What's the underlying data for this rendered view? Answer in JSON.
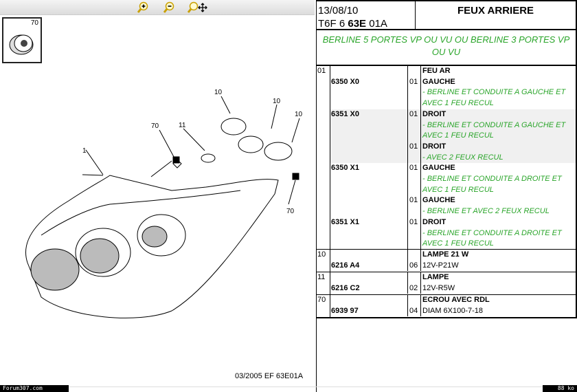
{
  "toolbar": {
    "zoom_in": "zoom-in-icon",
    "zoom_out": "zoom-out-icon",
    "pan": "zoom-pan-icon"
  },
  "thumb_label": "70",
  "diagram": {
    "labels": [
      "70",
      "11",
      "1",
      "10",
      "10",
      "10",
      "70"
    ],
    "caption": "03/2005  EF 63E01A"
  },
  "header": {
    "date": "13/08/10",
    "code_prefix": "T6F 6 ",
    "code_bold": "63E",
    "code_suffix": " 01A",
    "title": "FEUX ARRIERE"
  },
  "subtitle": "BERLINE 5 PORTES VP OU VU OU BERLINE 3 PORTES VP OU VU",
  "rows": [
    {
      "ref": "01",
      "title": "FEU AR",
      "subs": [
        {
          "part": "6350 X0",
          "qty": "01",
          "name": "GAUCHE",
          "desc": "- BERLINE ET CONDUITE A GAUCHE ET AVEC 1 FEU RECUL"
        },
        {
          "part": "6351 X0",
          "qty": "01",
          "name": "DROIT",
          "desc": "- BERLINE ET CONDUITE A GAUCHE ET AVEC 1 FEU RECUL"
        },
        {
          "part": "",
          "qty": "01",
          "name": "DROIT",
          "desc": "- AVEC 2 FEUX RECUL"
        },
        {
          "part": "6350 X1",
          "qty": "01",
          "name": "GAUCHE",
          "desc": "- BERLINE ET CONDUITE A DROITE ET AVEC 1 FEU RECUL"
        },
        {
          "part": "",
          "qty": "01",
          "name": "GAUCHE",
          "desc": "- BERLINE ET AVEC 2 FEUX RECUL"
        },
        {
          "part": "6351 X1",
          "qty": "01",
          "name": "DROIT",
          "desc": "- BERLINE ET CONDUITE A DROITE ET AVEC 1 FEU RECUL"
        }
      ]
    },
    {
      "ref": "10",
      "title": "LAMPE 21 W",
      "part": "6216 A4",
      "qty": "06",
      "spec": "12V-P21W"
    },
    {
      "ref": "11",
      "title": "LAMPE",
      "part": "6216 C2",
      "qty": "02",
      "spec": "12V-R5W"
    },
    {
      "ref": "70",
      "title": "ECROU AVEC RDL",
      "part": "6939 97",
      "qty": "04",
      "spec": "DIAM 6X100-7-18"
    }
  ],
  "footer": {
    "site": "Forum307.com",
    "size": "88 ko"
  },
  "colors": {
    "green": "#2aa52a"
  }
}
